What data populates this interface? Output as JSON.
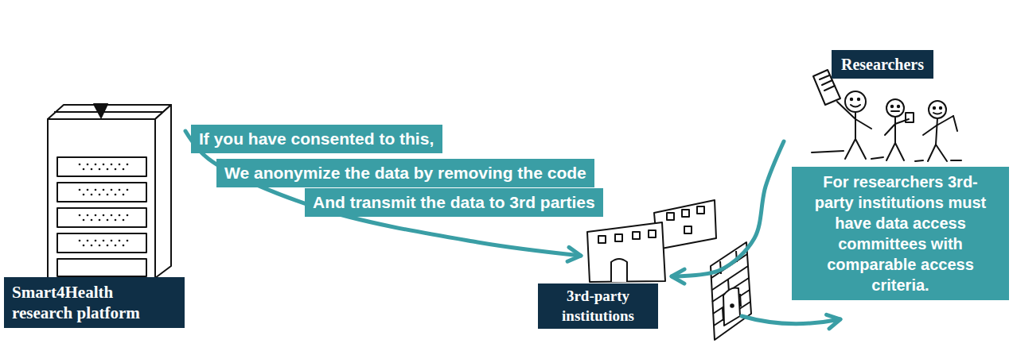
{
  "diagram": {
    "nodes": [
      {
        "text": [
          "Smart4Health research platform"
        ]
      },
      {
        "text": [
          "If you have consented to this,"
        ]
      },
      {
        "text": [
          "We anonymize the data by removing the code"
        ]
      },
      {
        "text": [
          "And transmit the data to 3rd parties"
        ]
      },
      {
        "text": [
          "3rd-party institutions"
        ]
      },
      {
        "text": [
          "Researchers"
        ]
      },
      {
        "text": [
          "For researchers 3rd-party institutions must have data access committees with comparable access criteria."
        ]
      }
    ],
    "edges": [
      {
        "from": 0,
        "to": 4,
        "arrow": "to"
      },
      {
        "from": 5,
        "to": 4,
        "arrow": "to"
      }
    ]
  }
}
